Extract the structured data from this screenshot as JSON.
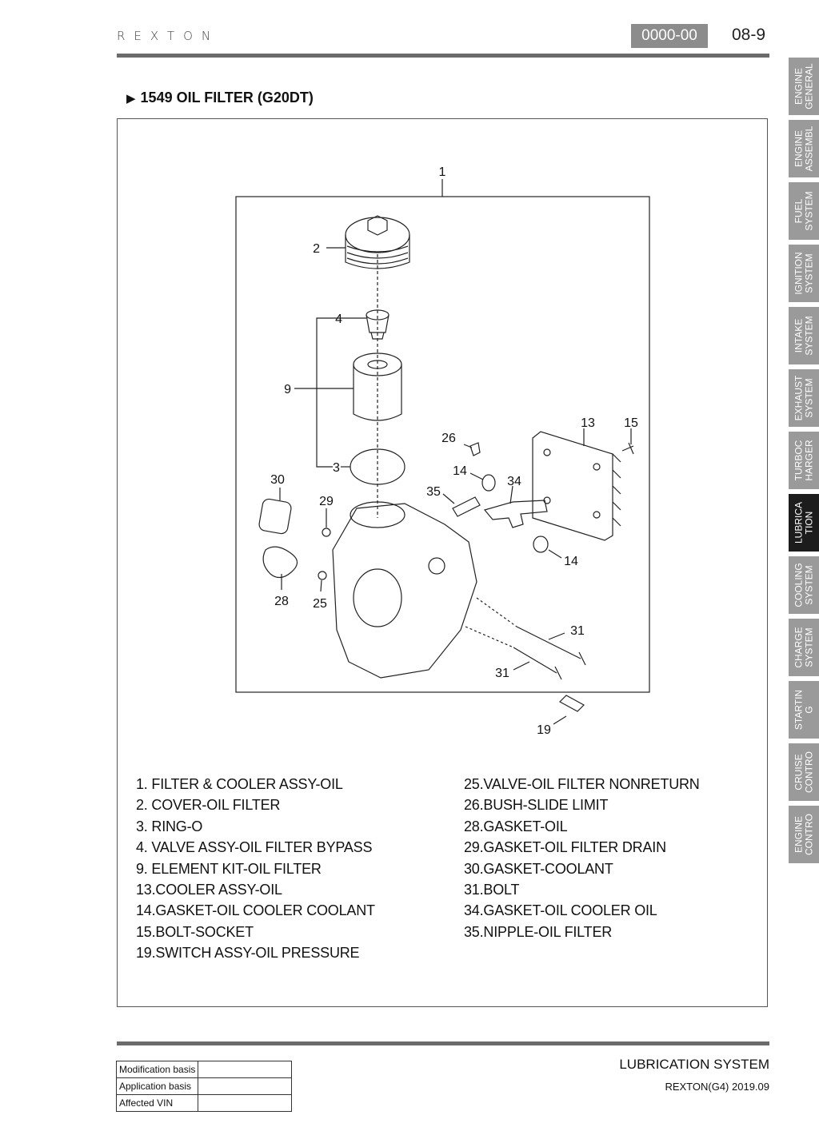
{
  "header": {
    "brand": "REXTON",
    "code": "0000-00",
    "page": "08-9"
  },
  "section": {
    "title": "1549 OIL FILTER (G20DT)"
  },
  "diagram": {
    "callouts": [
      "1",
      "2",
      "4",
      "9",
      "3",
      "13",
      "15",
      "26",
      "14",
      "34",
      "35",
      "30",
      "29",
      "14",
      "28",
      "25",
      "31",
      "31",
      "19"
    ]
  },
  "parts": {
    "left": [
      " 1. FILTER & COOLER ASSY-OIL",
      " 2. COVER-OIL FILTER",
      " 3. RING-O",
      " 4. VALVE ASSY-OIL FILTER BYPASS",
      " 9. ELEMENT KIT-OIL FILTER",
      "13.COOLER ASSY-OIL",
      "14.GASKET-OIL COOLER COOLANT",
      "15.BOLT-SOCKET",
      "19.SWITCH ASSY-OIL PRESSURE"
    ],
    "right": [
      "25.VALVE-OIL FILTER NONRETURN",
      "26.BUSH-SLIDE LIMIT",
      "28.GASKET-OIL",
      "29.GASKET-OIL FILTER DRAIN",
      "30.GASKET-COOLANT",
      "31.BOLT",
      "34.GASKET-OIL COOLER OIL",
      "35.NIPPLE-OIL FILTER"
    ]
  },
  "footer": {
    "table": [
      {
        "label": "Modification basis",
        "value": ""
      },
      {
        "label": "Application basis",
        "value": ""
      },
      {
        "label": "Affected VIN",
        "value": ""
      }
    ],
    "title": "LUBRICATION SYSTEM",
    "subtitle": "REXTON(G4) 2019.09"
  },
  "side_tabs": [
    {
      "label": "ENGINE\nGENERAL",
      "active": false
    },
    {
      "label": "ENGINE\nASSEMBL",
      "active": false
    },
    {
      "label": "FUEL\nSYSTEM",
      "active": false
    },
    {
      "label": "IGNITION\nSYSTEM",
      "active": false
    },
    {
      "label": "INTAKE\nSYSTEM",
      "active": false
    },
    {
      "label": "EXHAUST\nSYSTEM",
      "active": false
    },
    {
      "label": "TURBOC\nHARGER",
      "active": false
    },
    {
      "label": "LUBRICA\nTION",
      "active": true
    },
    {
      "label": "COOLING\nSYSTEM",
      "active": false
    },
    {
      "label": "CHARGE\nSYSTEM",
      "active": false
    },
    {
      "label": "STARTIN\nG",
      "active": false
    },
    {
      "label": "CRUISE\nCONTRO",
      "active": false
    },
    {
      "label": "ENGINE\nCONTRO",
      "active": false
    }
  ],
  "colors": {
    "rule": "#6b6b6b",
    "badge": "#8c8c8c",
    "tab": "#9a9a9a",
    "tab_active": "#1c1c1c"
  }
}
